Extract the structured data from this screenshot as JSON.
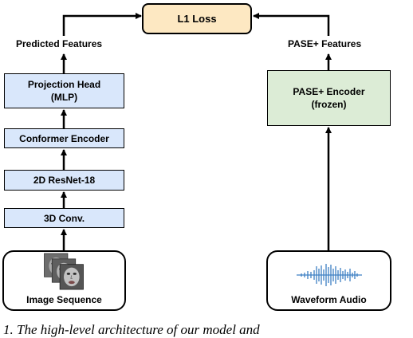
{
  "loss": {
    "label": "L1 Loss"
  },
  "left": {
    "output_label": "Predicted Features",
    "blocks": [
      "Projection Head\n(MLP)",
      "Conformer Encoder",
      "2D ResNet-18",
      "3D Conv."
    ],
    "input_label": "Image Sequence"
  },
  "right": {
    "output_label": "PASE+ Features",
    "block": "PASE+ Encoder\n(frozen)",
    "input_label": "Waveform Audio"
  },
  "caption": "1.  The high-level architecture of our model and"
}
